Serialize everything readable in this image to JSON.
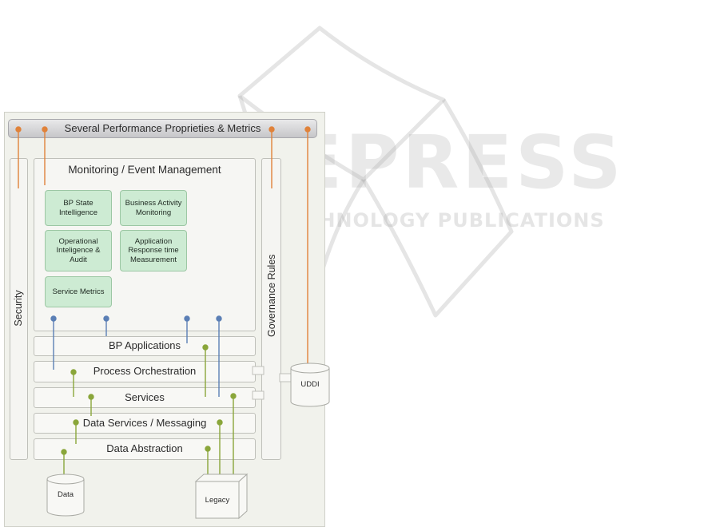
{
  "watermark": {
    "title": "SCITEPRESS",
    "subtitle": "SCIENCE AND TECHNOLOGY PUBLICATIONS"
  },
  "diagram": {
    "top_bar": "Several Performance Proprieties & Metrics",
    "monitoring": {
      "title": "Monitoring / Event Management",
      "modules": [
        "BP State Intelligence",
        "Business Activity Monitoring",
        "Operational Inteligence & Audit",
        "Application Response time Measurement",
        "Service Metrics"
      ]
    },
    "security": "Security",
    "governance": "Governance Rules",
    "layers": [
      "BP Applications",
      "Process Orchestration",
      "Services",
      "Data Services / Messaging",
      "Data Abstraction"
    ],
    "uddi": "UDDI",
    "data_store": "Data",
    "legacy": "Legacy",
    "colors": {
      "orange_connector": "#e0823a",
      "blue_connector": "#5b7fb5",
      "green_connector": "#8aa63a",
      "module_fill": "#cdebd3"
    }
  }
}
